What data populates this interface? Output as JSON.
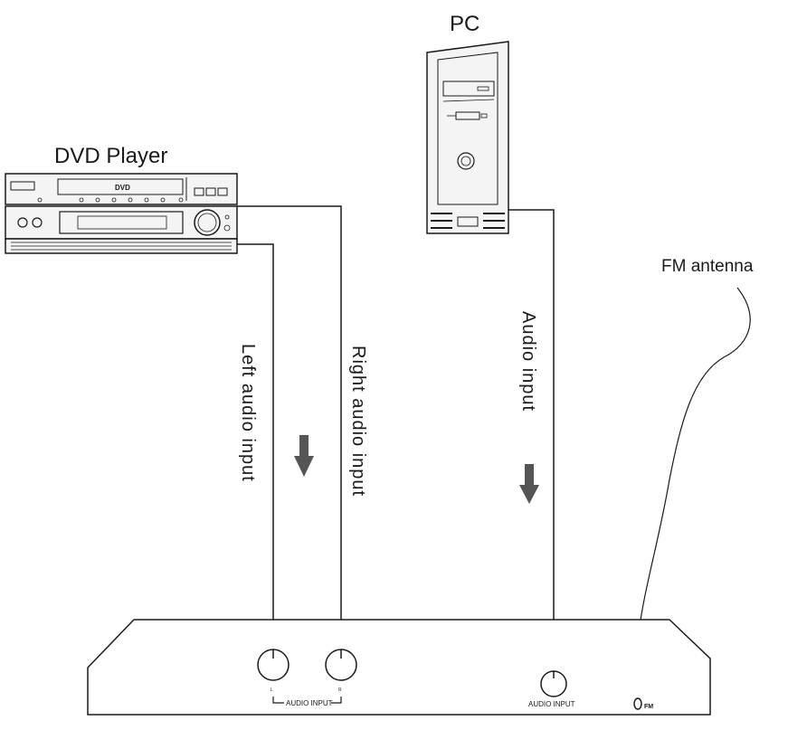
{
  "devices": {
    "dvd_player": {
      "label": "DVD Player",
      "badge": "DVD"
    },
    "pc": {
      "label": "PC"
    },
    "fm_antenna": {
      "label": "FM antenna"
    }
  },
  "cables": {
    "left": {
      "label": "Left audio  input"
    },
    "right": {
      "label": "Right audio  input"
    },
    "pc_audio": {
      "label": "Audio  input"
    }
  },
  "receiver": {
    "jack_l": "L",
    "jack_r": "R",
    "audio_input_lr": "AUDIO INPUT",
    "audio_input_pc": "AUDIO INPUT",
    "fm": "FM"
  },
  "colors": {
    "line": "#1a1a1a",
    "arrow": "#555555",
    "device_fill": "#f4f4f4"
  }
}
